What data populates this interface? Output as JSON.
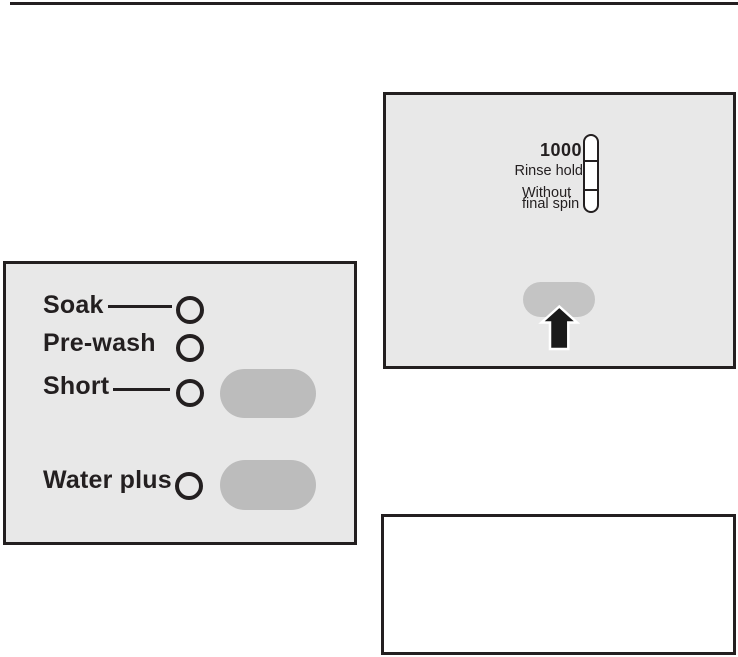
{
  "colors": {
    "ink": "#231f20",
    "panel_bg": "#e8e8e8",
    "button_gray": "#bcbcbc",
    "button_gray_light": "#c4c4c4",
    "indicator_fill": "#ffffff"
  },
  "options_panel": {
    "rows": [
      {
        "label": "Soak"
      },
      {
        "label": "Pre-wash"
      },
      {
        "label": "Short"
      },
      {
        "label": "Water plus"
      }
    ]
  },
  "spin_panel": {
    "speed_label": "1000",
    "rinse_hold_label": "Rinse hold",
    "without_final_spin": [
      "Without",
      "final spin"
    ]
  }
}
